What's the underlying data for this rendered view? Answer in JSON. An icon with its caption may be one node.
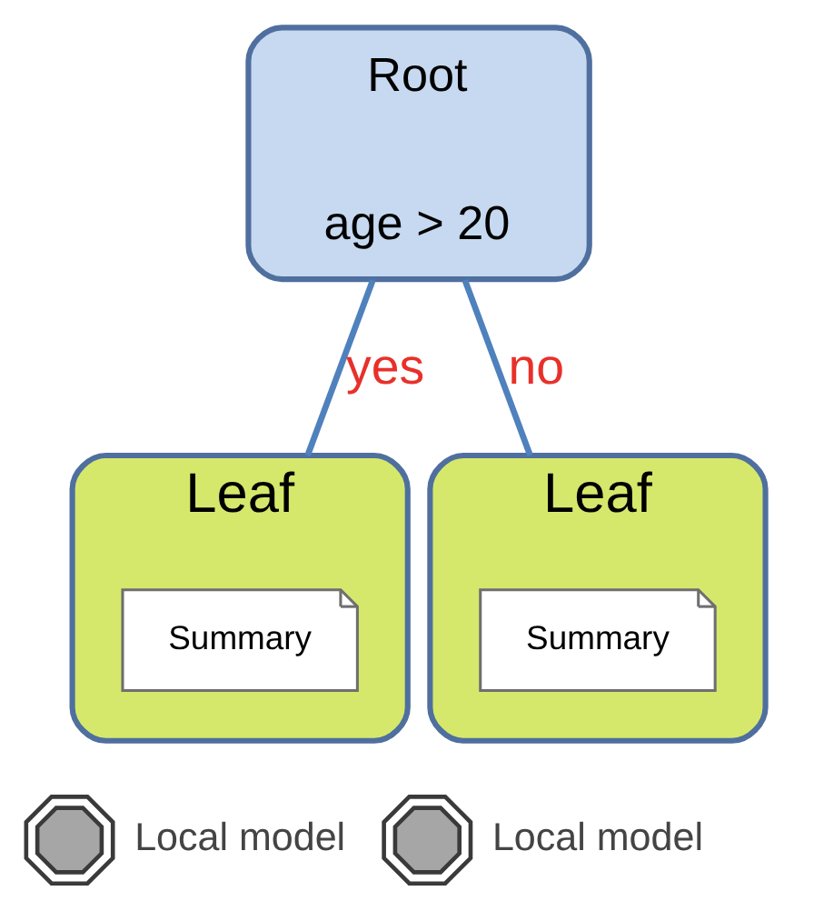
{
  "diagram": {
    "nodes": [
      {
        "text": [
          "Root",
          "age > 20"
        ]
      },
      {
        "text": [
          "Leaf"
        ]
      },
      {
        "text": [
          "Summary"
        ],
        "in": 1
      },
      {
        "text": [
          "Leaf"
        ]
      },
      {
        "text": [
          "Summary"
        ],
        "in": 3
      },
      {
        "text": [],
        "shape": "picture",
        "beside": [
          "Local model"
        ]
      },
      {
        "text": [],
        "shape": "picture",
        "beside": [
          "Local model"
        ]
      }
    ],
    "edges": [
      {
        "from": 0,
        "to": 1,
        "arrow": "none",
        "label": "yes"
      },
      {
        "from": 0,
        "to": 3,
        "arrow": "none",
        "label": "no"
      }
    ]
  }
}
